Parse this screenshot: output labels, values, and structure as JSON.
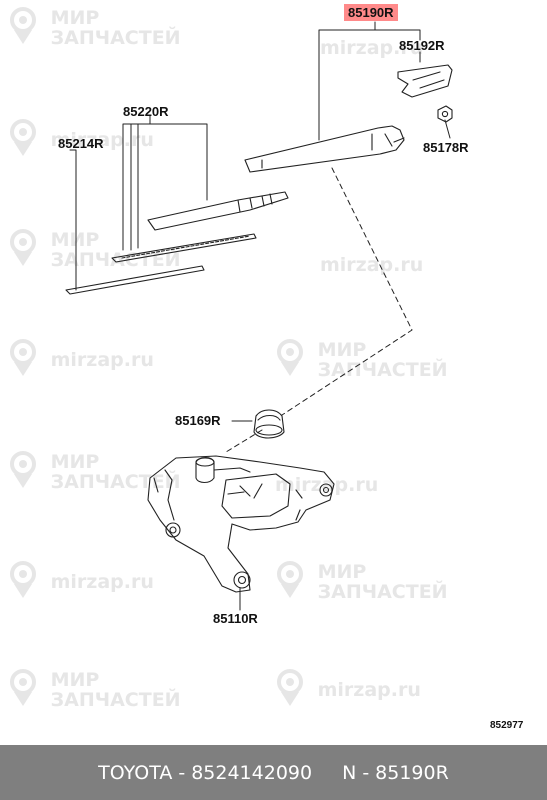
{
  "watermarks": [
    {
      "lines": [
        "МИР",
        "ЗАПЧАСТЕЙ"
      ]
    },
    {
      "lines": [
        "mirzap.ru"
      ]
    }
  ],
  "labels": {
    "p85190": "85190R",
    "p85192": "85192R",
    "p85178": "85178R",
    "p85220": "85220R",
    "p85214": "85214R",
    "p85169": "85169R",
    "p85110": "85110R"
  },
  "figure_number": "852977",
  "footer": {
    "brand": "TOYOTA",
    "sep1": "-",
    "part_number": "8524142090",
    "note_prefix": "N",
    "sep2": "-",
    "part_code": "85190R"
  },
  "colors": {
    "highlight": "#ff8a8a",
    "footer_bg": "#7f7f7f",
    "watermark": "#e6e6e6"
  }
}
